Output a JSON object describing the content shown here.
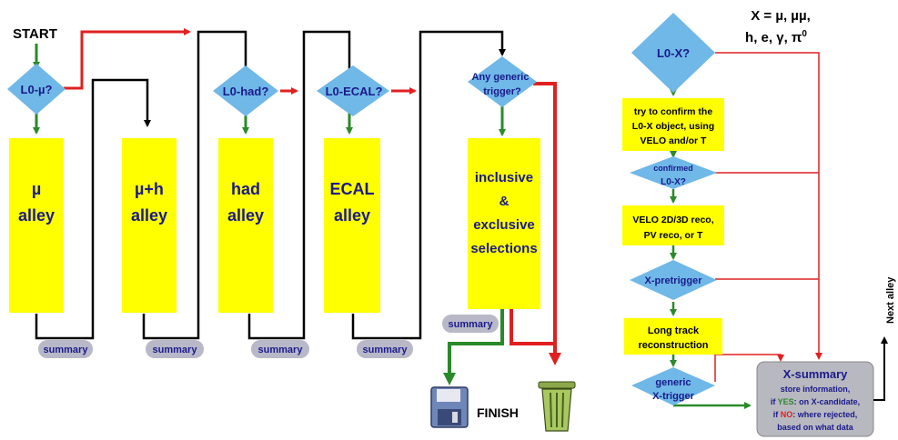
{
  "left": {
    "start": "START",
    "finish": "FINISH",
    "diamonds": [
      {
        "id": "l0mu",
        "label": "L0-µ?"
      },
      {
        "id": "l0had",
        "label": "L0-had?"
      },
      {
        "id": "l0ecal",
        "label": "L0-ECAL?"
      },
      {
        "id": "generic",
        "line1": "Any generic",
        "line2": "trigger?"
      }
    ],
    "alleys": [
      {
        "line1": "µ",
        "line2": "alley"
      },
      {
        "line1": "µ+h",
        "line2": "alley"
      },
      {
        "line1": "had",
        "line2": "alley"
      },
      {
        "line1": "ECAL",
        "line2": "alley"
      },
      {
        "line1": "inclusive",
        "line2": "&",
        "line3": "exclusive",
        "line4": "selections"
      }
    ],
    "summary": "summary"
  },
  "right": {
    "x_def_line1": "X = µ, µµ,",
    "x_def_line2": "h, e, γ, π",
    "x_def_sup": "0",
    "l0x": "L0-X?",
    "confirm_box": [
      "try to confirm the",
      "L0-X object, using",
      "VELO and/or T"
    ],
    "confirmed": [
      "confirmed",
      "L0-X?"
    ],
    "reco_box": [
      "VELO 2D/3D reco,",
      "PV reco, or T"
    ],
    "pretrigger": "X-pretrigger",
    "longtrack_box": [
      "Long track",
      "reconstruction"
    ],
    "generic": [
      "generic",
      "X-trigger"
    ],
    "summary_title": "X-summary",
    "summary_line1": "store information,",
    "summary_if": "if ",
    "summary_yes": "YES",
    "summary_yes_rest": ": on X-candidate,",
    "summary_no": "NO",
    "summary_no_rest": ": where rejected,",
    "summary_last": "based on what data",
    "next_alley": "Next alley"
  },
  "colors": {
    "diamond": "#6fb8e8",
    "alley": "#ffff00",
    "summary": "#b8b8c8",
    "yes_arrow": "#2a8a2a",
    "no_arrow": "#e02020",
    "text_blue": "#1a1a8a"
  }
}
